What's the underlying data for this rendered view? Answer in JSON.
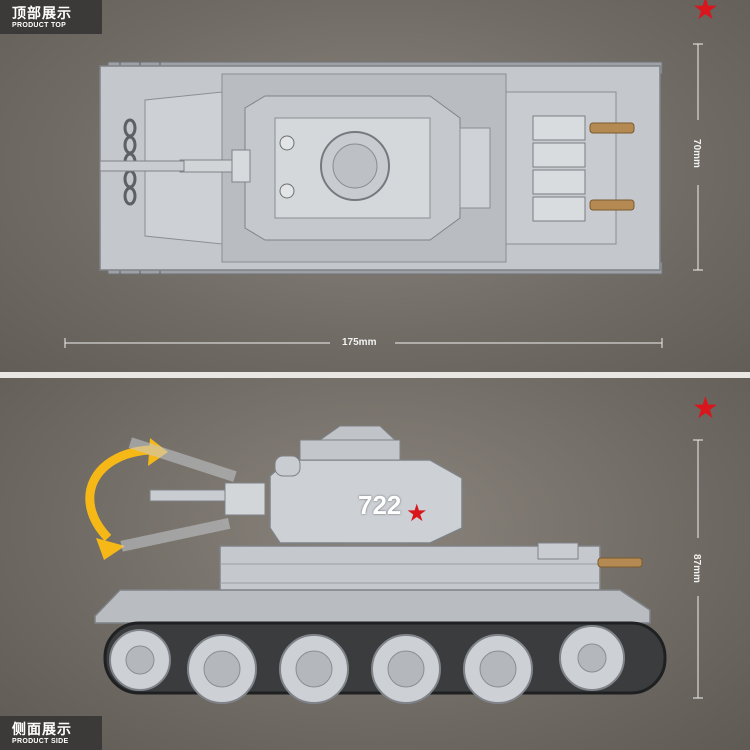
{
  "top_view": {
    "title_cn": "顶部展示",
    "title_en": "PRODUCT TOP",
    "width_dim": "175mm",
    "height_dim": "70mm"
  },
  "side_view": {
    "title_cn": "侧面展示",
    "title_en": "PRODUCT SIDE",
    "height_dim": "87mm",
    "turret_number": "722"
  },
  "colors": {
    "accent_red": "#d8161c",
    "arrow_yellow": "#f5b817",
    "tank_grey": "#bfc3c7"
  },
  "icons": [
    "red-star-icon",
    "rotation-arrow-icon"
  ]
}
